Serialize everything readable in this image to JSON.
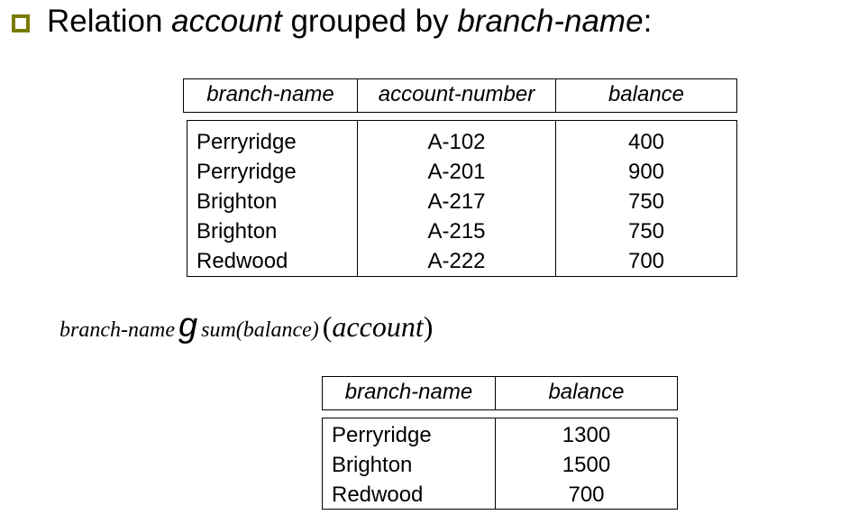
{
  "heading": {
    "prefix": "Relation ",
    "relation": "account",
    "middle": " grouped by ",
    "attribute": "branch-name",
    "suffix": ":"
  },
  "table1": {
    "headers": [
      "branch-name",
      "account-number",
      "balance"
    ],
    "rows": [
      [
        "Perryridge",
        "A-102",
        "400"
      ],
      [
        "Perryridge",
        "A-201",
        "900"
      ],
      [
        "Brighton",
        "A-217",
        "750"
      ],
      [
        "Brighton",
        "A-215",
        "750"
      ],
      [
        "Redwood",
        "A-222",
        "700"
      ]
    ]
  },
  "expression": {
    "group_attr": "branch-name",
    "operator": "g",
    "aggregate": "sum(balance)",
    "open": "(",
    "relation": "account",
    "close": ")"
  },
  "table2": {
    "headers": [
      "branch-name",
      "balance"
    ],
    "rows": [
      [
        "Perryridge",
        "1300"
      ],
      [
        "Brighton",
        "1500"
      ],
      [
        "Redwood",
        "700"
      ]
    ]
  },
  "colors": {
    "bullet": "#7a7a00"
  }
}
